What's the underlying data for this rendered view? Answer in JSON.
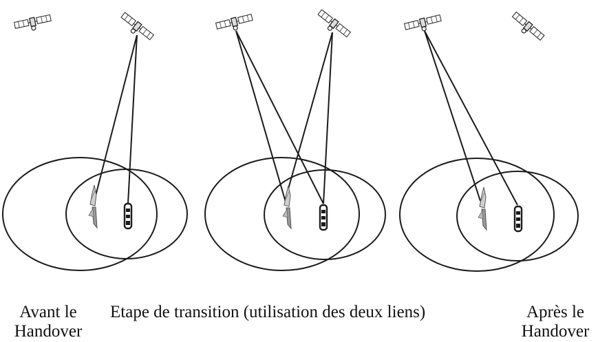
{
  "captions": {
    "before_line1": "Avant le",
    "before_line2": "Handover",
    "transition": "Etape de transition (utilisation des deux liens)",
    "after_line1": "Après le",
    "after_line2": "Handover"
  },
  "panels": [
    {
      "stage": "before",
      "links": [
        "right-satellite-to-plane",
        "right-satellite-to-phone"
      ]
    },
    {
      "stage": "transition",
      "links": [
        "left-satellite-to-plane",
        "left-satellite-to-phone",
        "right-satellite-to-plane",
        "right-satellite-to-phone"
      ]
    },
    {
      "stage": "after",
      "links": [
        "left-satellite-to-plane",
        "left-satellite-to-phone"
      ]
    }
  ],
  "colors": {
    "stroke": "#1a1a1a",
    "background": "#ffffff"
  },
  "icons": [
    "satellite-icon",
    "plane-icon",
    "phone-icon"
  ]
}
